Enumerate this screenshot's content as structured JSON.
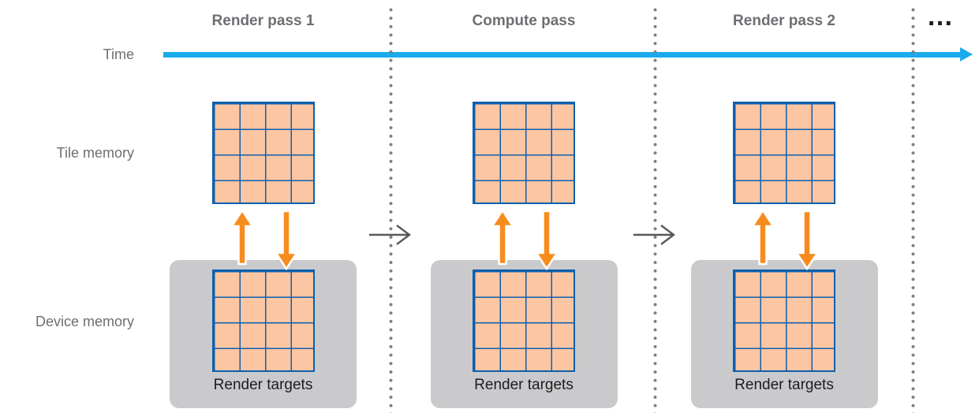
{
  "labels": {
    "time": "Time",
    "tile_memory": "Tile memory",
    "device_memory": "Device memory",
    "ellipsis": "…"
  },
  "passes": [
    {
      "title": "Render pass 1",
      "device_label": "Render targets"
    },
    {
      "title": "Compute pass",
      "device_label": "Render targets"
    },
    {
      "title": "Render pass 2",
      "device_label": "Render targets"
    }
  ],
  "colors": {
    "timeline_blue": "#1aabec",
    "grid_fill": "#fdc6a3",
    "grid_border": "#0d5fae",
    "device_box_gray": "#cacacc",
    "transfer_arrow_orange": "#f78c1e",
    "separator_dot_gray": "#7f7f7f",
    "next_pass_arrow_gray": "#58585b",
    "heading_gray": "#6e6e73",
    "text_black": "#1d1d1f"
  }
}
